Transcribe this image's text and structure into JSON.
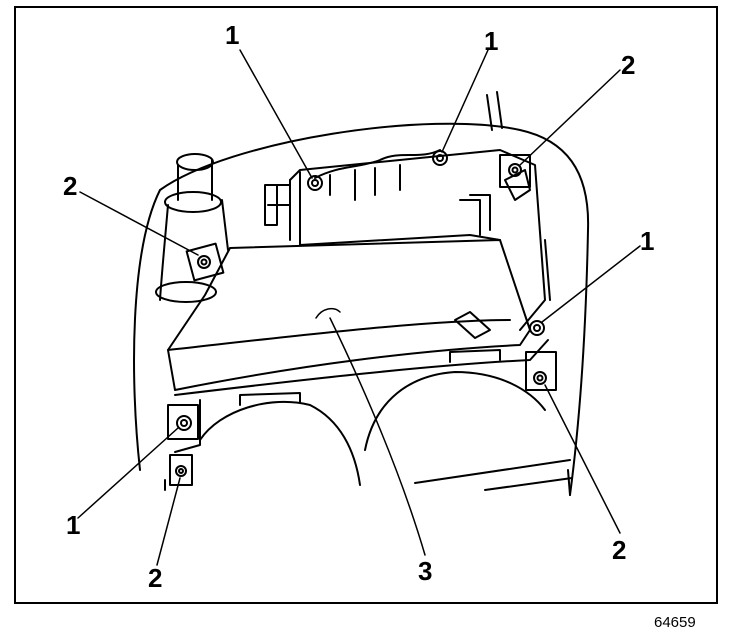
{
  "callouts": {
    "c1a": "1",
    "c1b": "1",
    "c2a": "2",
    "c2b": "2",
    "c1c": "1",
    "c1d": "1",
    "c2c": "2",
    "c2d": "2",
    "c3": "3"
  },
  "figure_id": "64659"
}
